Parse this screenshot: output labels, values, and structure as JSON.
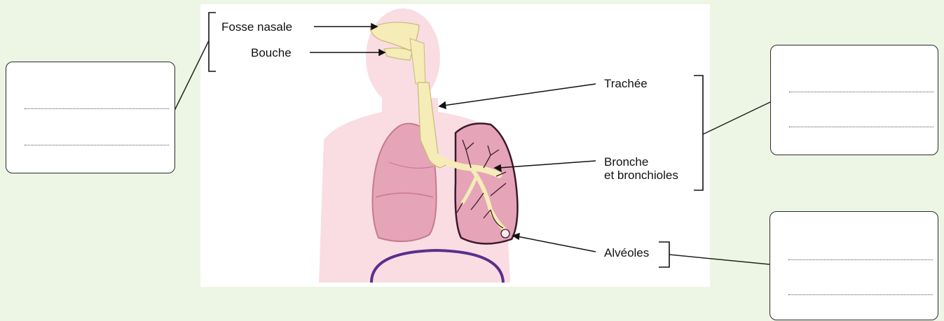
{
  "colors": {
    "background": "#edf6e4",
    "figure_background": "#ffffff",
    "body_silhouette": "#f9dde3",
    "lung": "#e6a4b8",
    "lung_dark": "#c8798f",
    "airway": "#f5ecb7",
    "diaphragm": "#5b2f8c",
    "ink": "#1a1a1a"
  },
  "labels": {
    "fosse_nasale": "Fosse nasale",
    "bouche": "Bouche",
    "trachee": "Trachée",
    "bronche": "Bronche\net bronchioles",
    "alveoles": "Alvéoles"
  },
  "answer_boxes": [
    {
      "name": "upper-airways",
      "lines": [
        "",
        ""
      ]
    },
    {
      "name": "trachea-bronchi",
      "lines": [
        "",
        ""
      ]
    },
    {
      "name": "alveoli",
      "lines": [
        "",
        ""
      ]
    }
  ]
}
